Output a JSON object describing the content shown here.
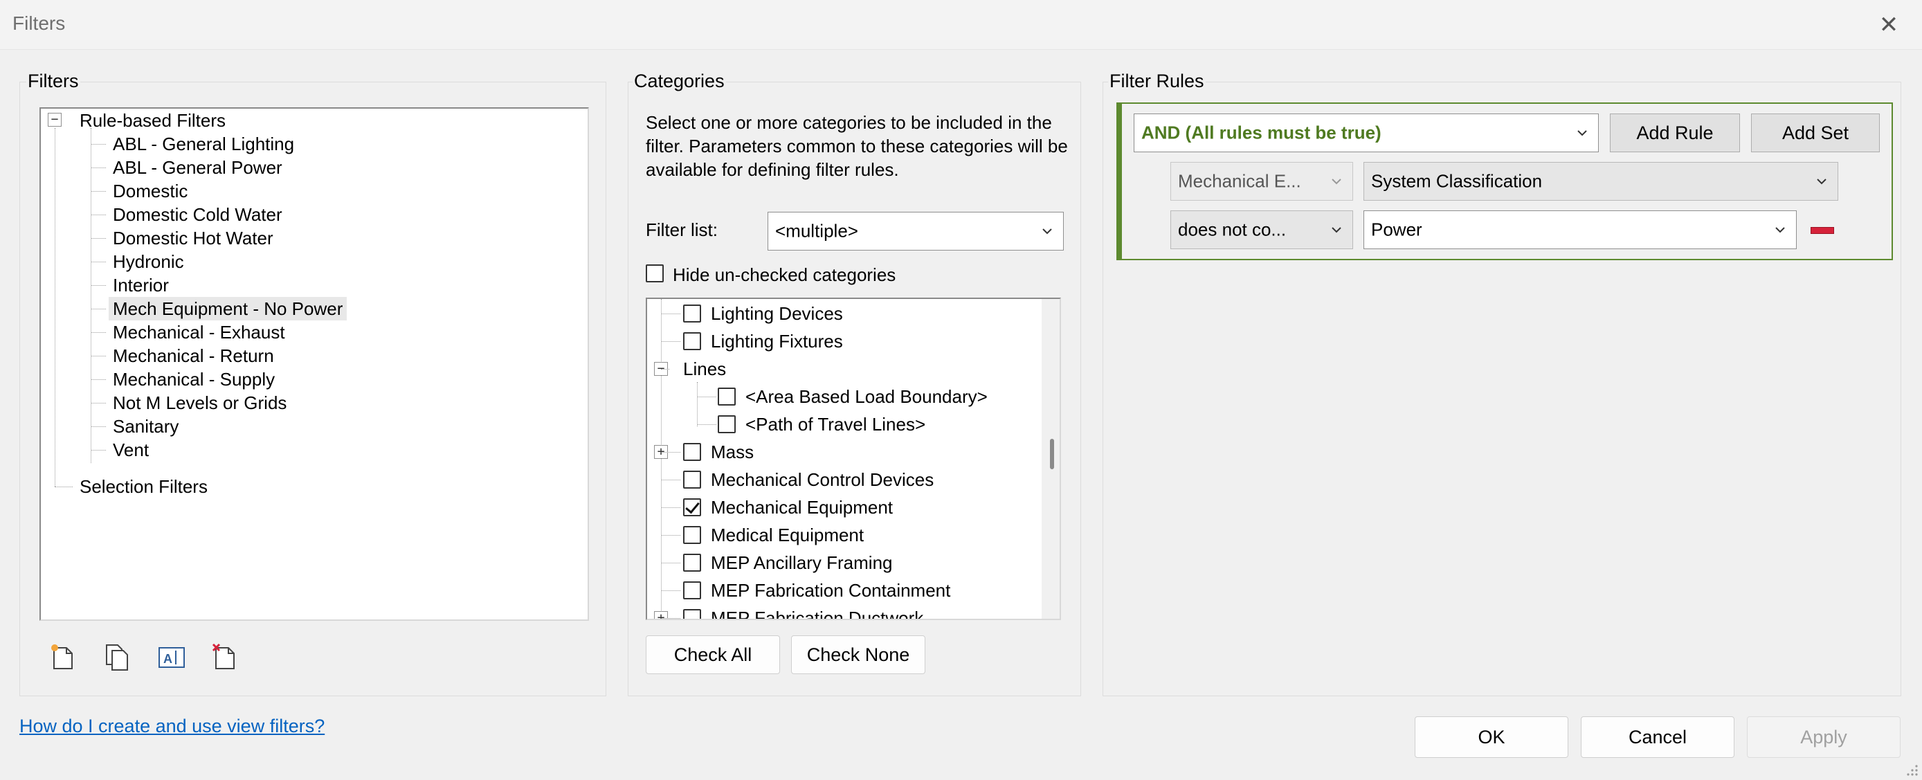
{
  "window": {
    "title": "Filters",
    "close_glyph": "✕"
  },
  "filters_panel": {
    "title": "Filters",
    "root_rule_based": "Rule-based Filters",
    "rule_based_items": [
      "ABL - General Lighting",
      "ABL - General Power",
      "Domestic",
      "Domestic Cold Water",
      "Domestic Hot Water",
      "Hydronic",
      "Interior",
      "Mech Equipment - No Power",
      "Mechanical - Exhaust",
      "Mechanical - Return",
      "Mechanical - Supply",
      "Not M Levels or Grids",
      "Sanitary",
      "Vent"
    ],
    "selected_item": "Mech Equipment - No Power",
    "root_selection": "Selection Filters",
    "toolbar_icons": [
      "new-filter-icon",
      "duplicate-filter-icon",
      "rename-filter-icon",
      "delete-filter-icon"
    ]
  },
  "categories_panel": {
    "title": "Categories",
    "description": "Select one or more categories to be included in the filter.  Parameters common to these categories will be available for defining filter rules.",
    "filter_list_label": "Filter list:",
    "filter_list_value": "<multiple>",
    "hide_unchecked_label": "Hide un-checked categories",
    "items": [
      {
        "label": "Lighting Devices",
        "checked": false,
        "indent": 1,
        "expander": ""
      },
      {
        "label": "Lighting Fixtures",
        "checked": false,
        "indent": 1,
        "expander": ""
      },
      {
        "label": "Lines",
        "checked": null,
        "indent": 0,
        "expander": "−"
      },
      {
        "label": "<Area Based Load Boundary>",
        "checked": false,
        "indent": 2,
        "expander": ""
      },
      {
        "label": "<Path of Travel Lines>",
        "checked": false,
        "indent": 2,
        "expander": ""
      },
      {
        "label": "Mass",
        "checked": false,
        "indent": 1,
        "expander": "+"
      },
      {
        "label": "Mechanical Control Devices",
        "checked": false,
        "indent": 1,
        "expander": ""
      },
      {
        "label": "Mechanical Equipment",
        "checked": true,
        "indent": 1,
        "expander": ""
      },
      {
        "label": "Medical Equipment",
        "checked": false,
        "indent": 1,
        "expander": ""
      },
      {
        "label": "MEP Ancillary Framing",
        "checked": false,
        "indent": 1,
        "expander": ""
      },
      {
        "label": "MEP Fabrication Containment",
        "checked": false,
        "indent": 1,
        "expander": ""
      },
      {
        "label": "MEP Fabrication Ductwork",
        "checked": false,
        "indent": 1,
        "expander": "+"
      }
    ],
    "check_all_label": "Check All",
    "check_none_label": "Check None"
  },
  "rules_panel": {
    "title": "Filter Rules",
    "operator": "AND (All rules must be true)",
    "add_rule_label": "Add Rule",
    "add_set_label": "Add Set",
    "rule": {
      "category": "Mechanical E...",
      "parameter": "System Classification",
      "condition": "does not co...",
      "value": "Power"
    },
    "accent_color": "#5d8a2f",
    "remove_color": "#d6223a"
  },
  "footer": {
    "help_link": "How do I create and use view filters?",
    "ok_label": "OK",
    "cancel_label": "Cancel",
    "apply_label": "Apply"
  }
}
